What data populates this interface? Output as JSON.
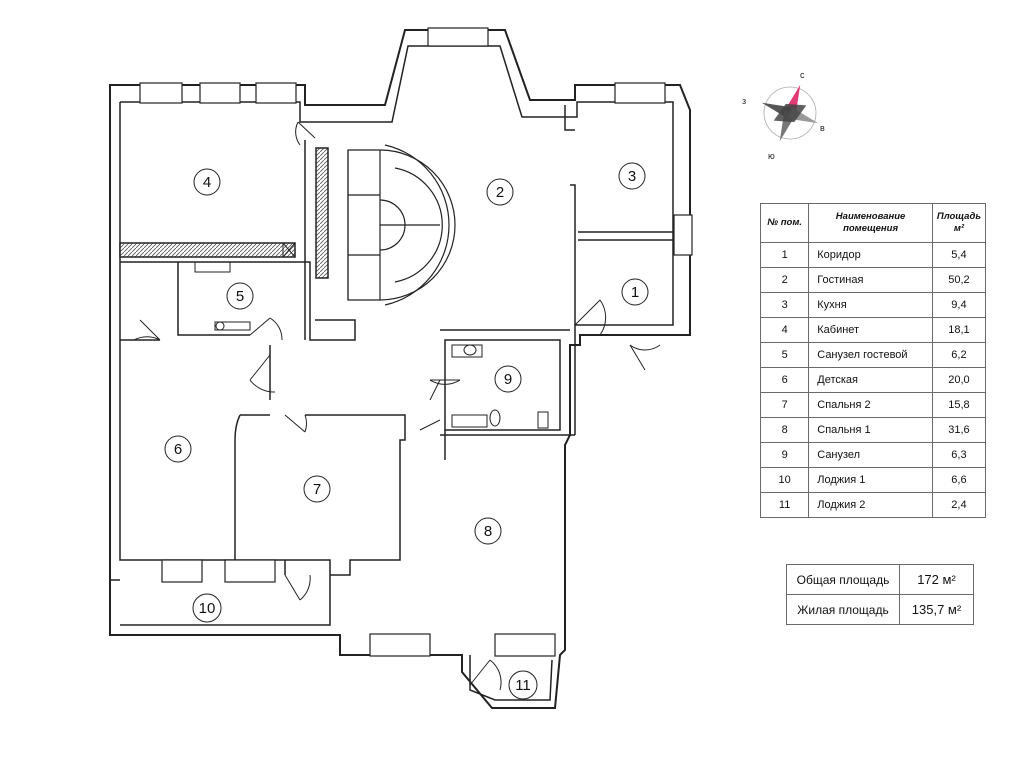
{
  "compass": {
    "north": "с",
    "east": "в",
    "south": "ю",
    "west": "з"
  },
  "room_labels": [
    "1",
    "2",
    "3",
    "4",
    "5",
    "6",
    "7",
    "8",
    "9",
    "10",
    "11"
  ],
  "table": {
    "headers": [
      "№ пом.",
      "Наименование помещения",
      "Площадь",
      "м²"
    ],
    "rows": [
      {
        "num": "1",
        "name": "Коридор",
        "area": "5,4"
      },
      {
        "num": "2",
        "name": "Гостиная",
        "area": "50,2"
      },
      {
        "num": "3",
        "name": "Кухня",
        "area": "9,4"
      },
      {
        "num": "4",
        "name": "Кабинет",
        "area": "18,1"
      },
      {
        "num": "5",
        "name": "Санузел гостевой",
        "area": "6,2"
      },
      {
        "num": "6",
        "name": "Детская",
        "area": "20,0"
      },
      {
        "num": "7",
        "name": "Спальня 2",
        "area": "15,8"
      },
      {
        "num": "8",
        "name": "Спальня 1",
        "area": "31,6"
      },
      {
        "num": "9",
        "name": "Санузел",
        "area": "6,3"
      },
      {
        "num": "10",
        "name": "Лоджия 1",
        "area": "6,6"
      },
      {
        "num": "11",
        "name": "Лоджия 2",
        "area": "2,4"
      }
    ]
  },
  "summary": {
    "total_label": "Общая площадь",
    "total_value": "172 м²",
    "living_label": "Жилая площадь",
    "living_value": "135,7 м²"
  }
}
